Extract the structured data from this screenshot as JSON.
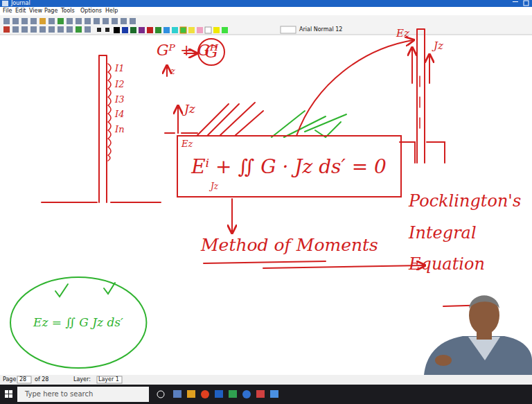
{
  "diagram": {
    "nodes": [
      {
        "text": [
          "Eⁱ + ∬ G · Jz ds′ = 0"
        ]
      },
      {
        "text": [
          "Ez = ∬ G Jz ds′"
        ]
      },
      {
        "text": [
          "G"
        ]
      }
    ],
    "labels": [
      "Journal",
      "File",
      "Edit",
      "View",
      "Page",
      "Tools",
      "Options",
      "Help",
      "Arial Normal 12",
      "Gᴾ + Gᴴ",
      "z",
      "Jz",
      "I1",
      "I2",
      "I3",
      "I4",
      "In",
      "Ez",
      "Jz",
      "Ez",
      "Jz",
      "Method of Moments",
      "Pocklington's Integral Equation",
      "Page",
      "28",
      "of 28",
      "Layer:",
      "Layer 1",
      "Type here to search"
    ]
  }
}
